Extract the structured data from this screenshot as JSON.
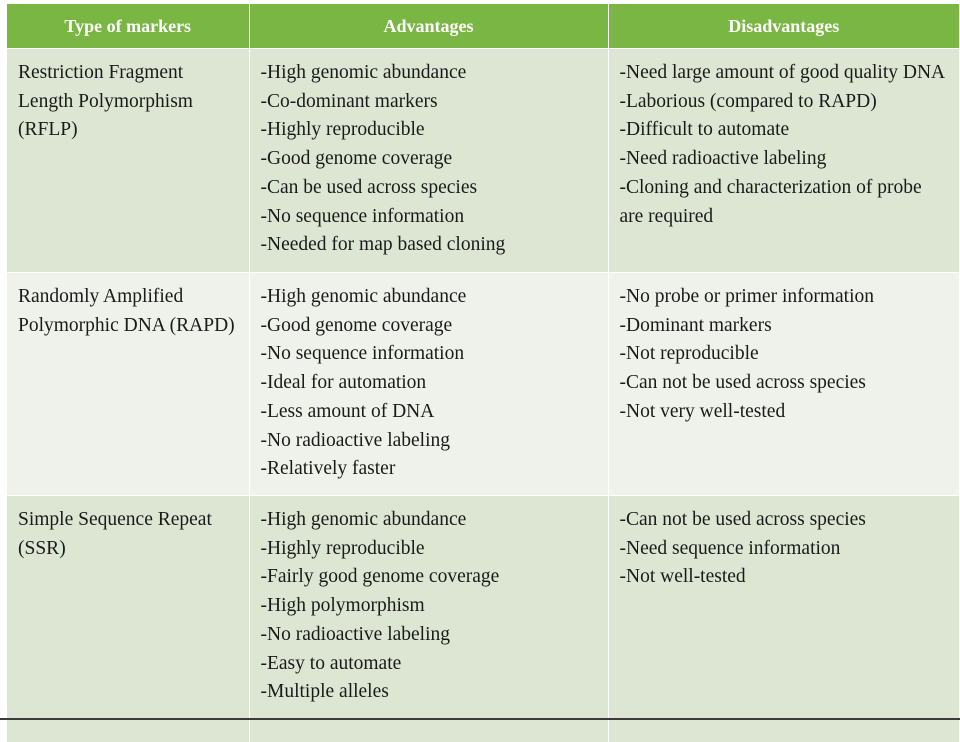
{
  "header": {
    "col1": "Type of markers",
    "col2": "Advantages",
    "col3": "Disadvantages"
  },
  "rows": [
    {
      "type": "Restriction Fragment Length Polymorphism (RFLP)",
      "advantages": [
        "-High genomic abundance",
        "-Co-dominant markers",
        "-Highly reproducible",
        "-Good genome coverage",
        "-Can be used across species",
        "-No sequence information",
        "-Needed for map based cloning"
      ],
      "disadvantages": [
        "-Need large amount of good quality DNA",
        "-Laborious (compared to RAPD)",
        "-Difficult to automate",
        "-Need radioactive labeling",
        "-Cloning and characterization of probe are required"
      ]
    },
    {
      "type": "Randomly Amplified Polymorphic DNA (RAPD)",
      "advantages": [
        "-High genomic abundance",
        "-Good genome coverage",
        "-No sequence information",
        "-Ideal for automation",
        "-Less amount of DNA",
        "-No radioactive labeling",
        "-Relatively faster"
      ],
      "disadvantages": [
        "-No probe or primer information",
        "-Dominant markers",
        "-Not reproducible",
        "-Can not be used across species",
        "-Not very well-tested"
      ]
    },
    {
      "type": "Simple Sequence Repeat (SSR)",
      "advantages": [
        "-High genomic abundance",
        "-Highly reproducible",
        "-Fairly good genome coverage",
        "-High polymorphism",
        "-No radioactive labeling",
        "-Easy to automate",
        "-Multiple alleles"
      ],
      "disadvantages": [
        "-Can not be used across species",
        "-Need sequence information",
        "-Not well-tested"
      ]
    }
  ],
  "colors": {
    "header_bg": "#7ab644",
    "row_alt_1": "#dde6d3",
    "row_alt_2": "#eef2ea"
  }
}
